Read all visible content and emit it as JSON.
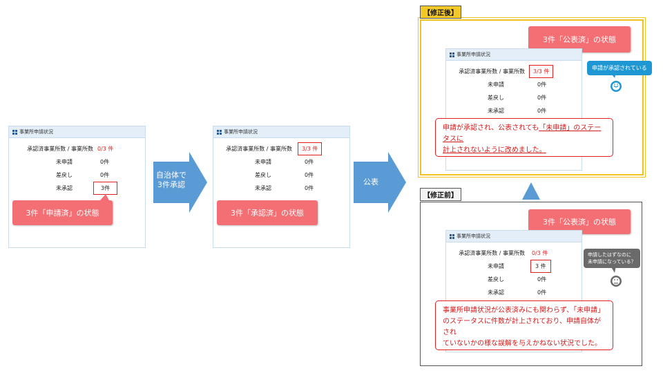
{
  "panel_title": "事業所申請状況",
  "rows": {
    "approved_label": "承認済事業所数 / 事業所数",
    "unapplied_label": "未申請",
    "returned_label": "差戻し",
    "unapproved_label": "未承認"
  },
  "stage1": {
    "approved_value": "0/3 件",
    "unapplied_value": "0件",
    "returned_value": "0件",
    "unapproved_value": "3件",
    "callout": "3件「申請済」の状態"
  },
  "arrow1": {
    "line1": "自治体で",
    "line2": "3件承認"
  },
  "stage2": {
    "approved_value": "3/3 件",
    "unapplied_value": "0件",
    "returned_value": "0件",
    "unapproved_value": "0件",
    "callout": "3件「承認済」の状態"
  },
  "arrow2": {
    "label": "公表"
  },
  "after": {
    "tag": "【修正後】",
    "callout": "3件「公表済」の状態",
    "approved_value": "3/3 件",
    "unapplied_value": "0件",
    "returned_value": "0件",
    "unapproved_value": "0件",
    "bubble": "申請が承認されている",
    "note_pre": "申請が承認され、公表されても",
    "note_mid": "「未申請」のステータスに",
    "note_post": "計上されないように改めました。"
  },
  "before": {
    "tag": "【修正前】",
    "callout": "3件「公表済」の状態",
    "approved_value": "0/3 件",
    "unapplied_value": "3 件",
    "returned_value": "0件",
    "unapproved_value": "0件",
    "bubble_line1": "申請したはずなのに",
    "bubble_line2": "未申請になっている？",
    "note_line1": "事業所申請状況が公表済みにも関わらず、「未申請」",
    "note_line2": "のステータスに件数が計上されており、申請自体がされ",
    "note_line3": "ていないかの様な誤解を与えかねない状況でした。"
  },
  "colors": {
    "panel_header": "#e3eef8",
    "arrow_blue": "#5b9bd5",
    "callout_pink": "#f46f74",
    "accent_red": "#e02020",
    "frame_yellow": "#f1c21b",
    "triangle_blue": "#5b9bd5",
    "bubble_blue": "#1e97d3",
    "bubble_gray": "#6a6a6a"
  }
}
